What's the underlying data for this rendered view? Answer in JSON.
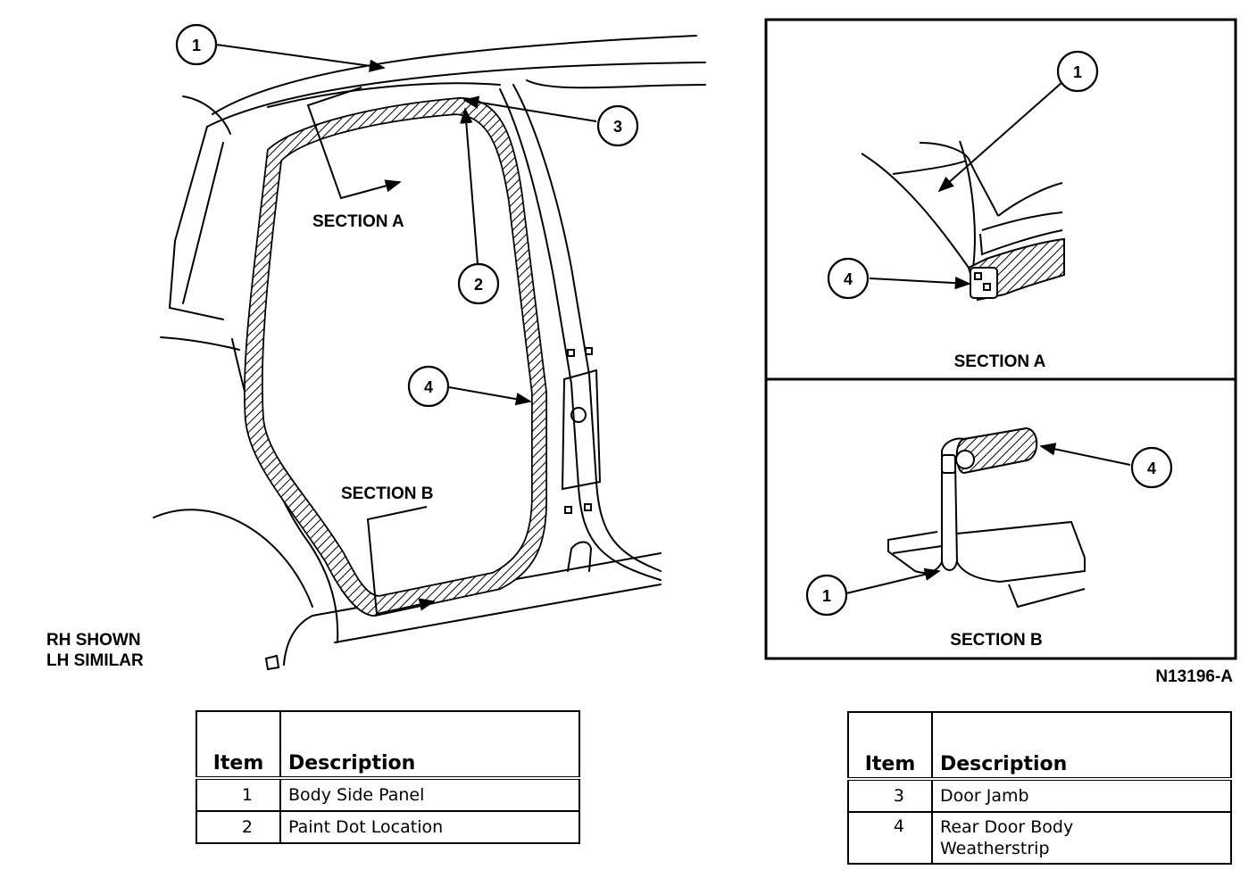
{
  "main_view": {
    "section_a_label": "SECTION A",
    "section_b_label": "SECTION B",
    "orientation_line1": "RH SHOWN",
    "orientation_line2": "LH SIMILAR",
    "callouts": [
      "1",
      "2",
      "3",
      "4"
    ]
  },
  "section_a_view": {
    "title": "SECTION A",
    "callouts": [
      "1",
      "4"
    ]
  },
  "section_b_view": {
    "title": "SECTION B",
    "callouts": [
      "4",
      "1"
    ]
  },
  "figure_id": "N13196-A",
  "legend_left": {
    "headers": [
      "Item",
      "Description"
    ],
    "rows": [
      {
        "item": "1",
        "description": "Body Side Panel"
      },
      {
        "item": "2",
        "description": "Paint Dot Location"
      }
    ]
  },
  "legend_right": {
    "headers": [
      "Item",
      "Description"
    ],
    "rows": [
      {
        "item": "3",
        "description": "Door Jamb"
      },
      {
        "item": "4",
        "description_line1": "Rear Door Body",
        "description_line2": "Weatherstrip"
      }
    ]
  }
}
